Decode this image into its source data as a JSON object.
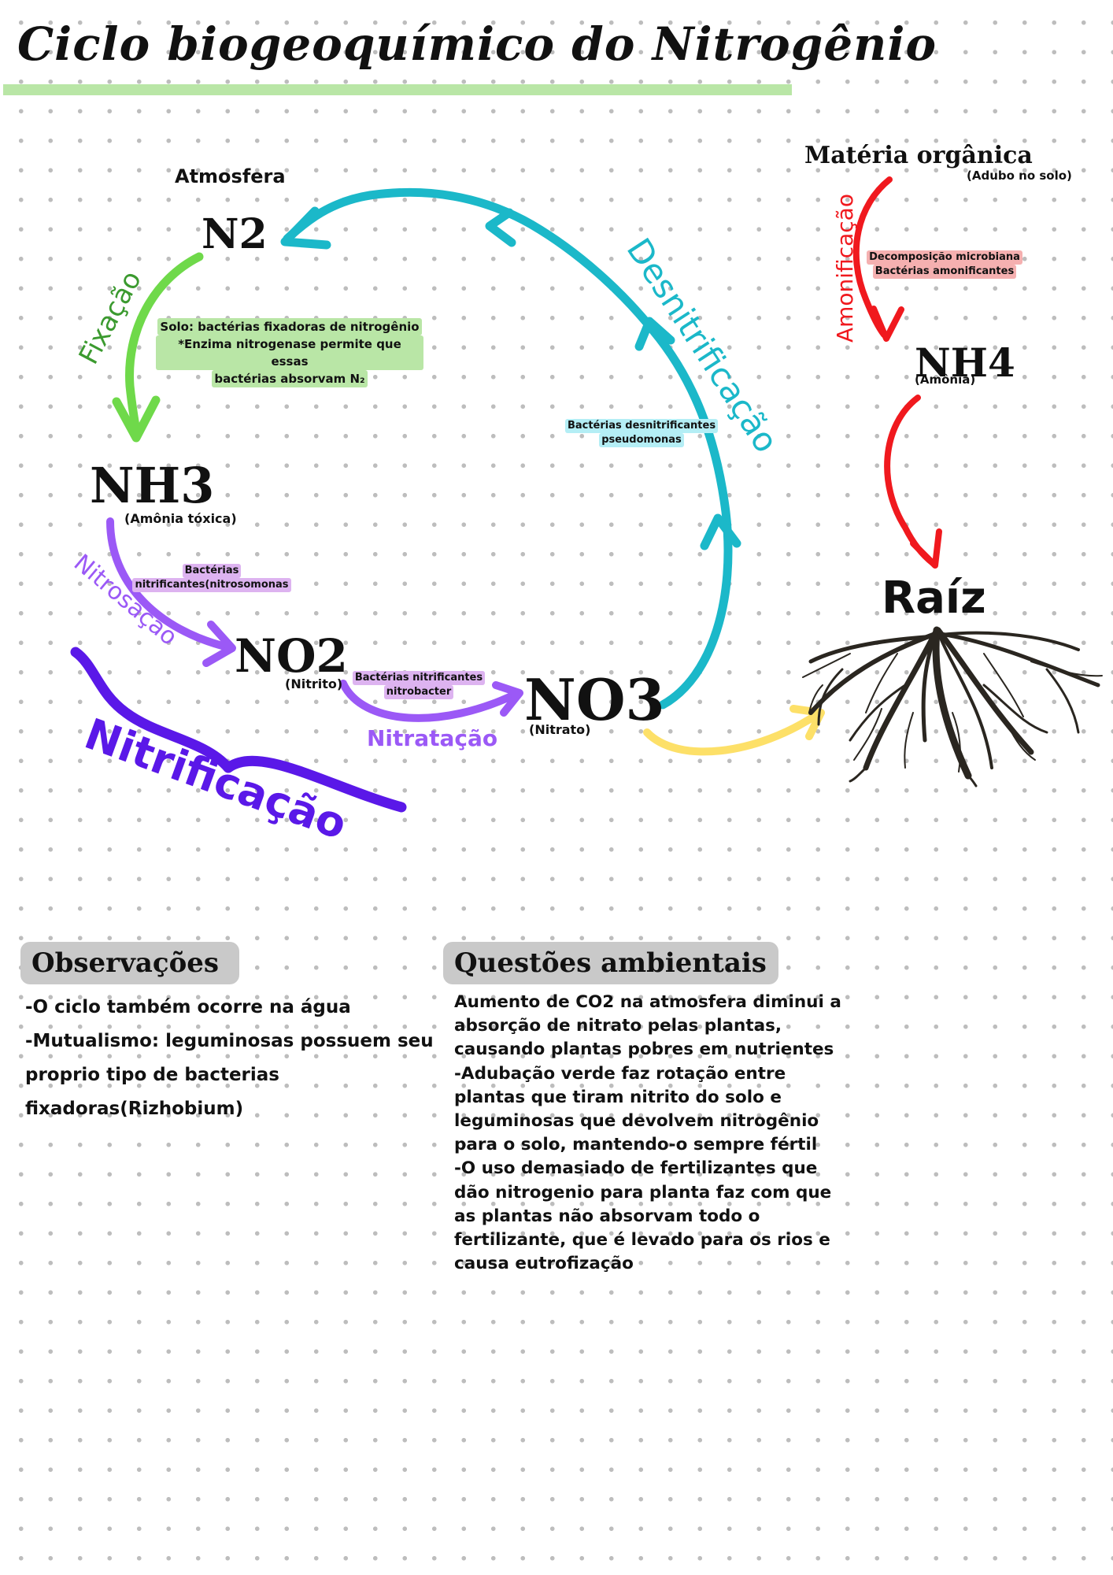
{
  "title": "Ciclo biogeoquímico do Nitrogênio",
  "diagram": {
    "atmosfera": "Atmosfera",
    "n2": "N2",
    "nh3": "NH3",
    "nh3_sub": "(Amônia tóxica)",
    "no2": "NO2",
    "no2_sub": "(Nitrito)",
    "no3": "NO3",
    "no3_sub": "(Nitrato)",
    "nh4": "NH4",
    "nh4_sub": "(Amônia)",
    "raiz": "Raíz",
    "materia": "Matéria orgânica",
    "materia_sub": "(Adubo no solo)",
    "fixacao": "Fixação",
    "fixacao_note": [
      "Solo: bactérias fixadoras de nitrogênio",
      "*Enzima nitrogenase permite que essas",
      "bactérias absorvam N₂"
    ],
    "nitrosacao": "Nitrosação",
    "nitrosacao_note": [
      "Bactérias",
      "nitrificantes(nitrosomonas"
    ],
    "nitratacao": "Nitratação",
    "nitratacao_note": [
      "Bactérias nitrificantes",
      "nitrobacter"
    ],
    "nitrificacao": "Nitrificação",
    "desnitrificacao": "Desnitrificação",
    "desnitrificacao_note": [
      "Bactérias desnitrificantes",
      "pseudomonas"
    ],
    "amonificacao": "Amonificação",
    "amonificacao_note": [
      "Decomposição microbiana",
      "Bactérias amonificantes"
    ]
  },
  "colors": {
    "fixacao": "#6fd94a",
    "fixacao_text": "#3b9a2f",
    "nitrificacao": "#9b59f6",
    "nitrificacao_brace": "#5a18e8",
    "desnitrificacao": "#1bb8c9",
    "amonificacao": "#f0191e",
    "root_arrow": "#fde068",
    "note_green": "#b9e6a6",
    "note_purple": "#ddb3f0",
    "note_cyan": "#b4eef5",
    "note_red": "#f5b0b0"
  },
  "observacoes": {
    "header": "Observações",
    "lines": [
      "-O ciclo também ocorre na água",
      "-Mutualismo: leguminosas possuem seu",
      "proprio tipo de bacterias",
      "fixadoras(Rizhobium)"
    ]
  },
  "questoes": {
    "header": "Questões ambientais",
    "lines": [
      "Aumento de CO2 na atmosfera diminui a",
      "absorção de nitrato pelas plantas,",
      "causando plantas pobres em nutrientes",
      "-Adubação verde faz rotação entre",
      "plantas que tiram nitrito do solo e",
      "leguminosas que devolvem nitrogênio",
      "para o solo, mantendo-o sempre fértil",
      "-O uso demasiado de fertilizantes que",
      "dão nitrogenio para planta faz com que",
      "as plantas não absorvam todo o",
      "fertilizante, que é levado para os rios e",
      "causa eutrofização"
    ]
  }
}
